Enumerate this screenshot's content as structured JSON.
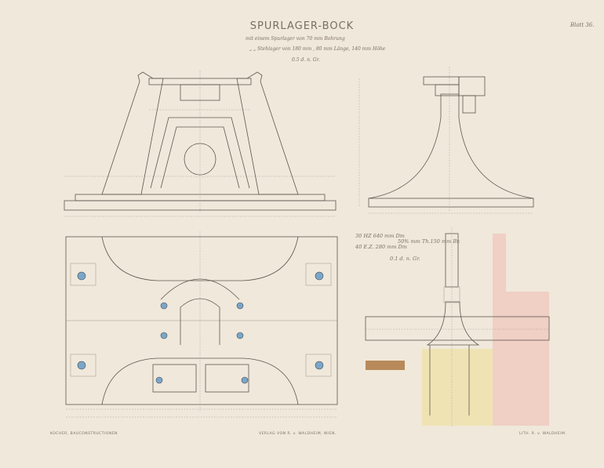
{
  "header": {
    "title": "SPURLAGER-BOCK",
    "line1": "mit einem Spurlager von 70 mm Bohrung",
    "line2": "„ „ Stehlager von 180 mm , 80 mm Länge, 140 mm Höhe",
    "scale": "0.5 d. n. Gr.",
    "sheet": "Blatt 36."
  },
  "detail_note": {
    "line1": "30 HZ 640 mm Dm",
    "line2": "40 E.Z. 280 mm Dm",
    "brace": "50% mm Th.150 mm Br.",
    "scale": "0.1 d. n. Gr."
  },
  "footer": {
    "left": "KOCHER, BAUCONSTRUCTIONEN",
    "center": "VERLAG VON R. v. WALDHEIM, WIEN.",
    "right": "LITH. R. v. WALDHEIM."
  },
  "colors": {
    "paper": "#f0e8da",
    "line": "#5f5750",
    "section_grey": "#c9c3b8",
    "bolt_blue": "#7aa6c8",
    "wall_pink": "#f0cfc4",
    "fill_yellow": "#efe3b4"
  }
}
